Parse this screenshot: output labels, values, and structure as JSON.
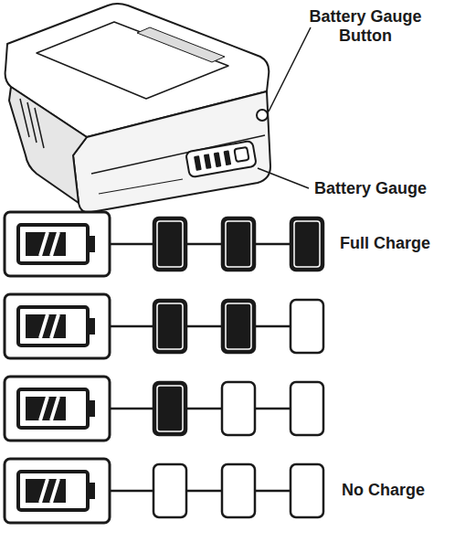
{
  "diagram": {
    "labels": [
      "Battery Gauge Button",
      "Battery Gauge",
      "Full Charge",
      "No Charge"
    ]
  }
}
